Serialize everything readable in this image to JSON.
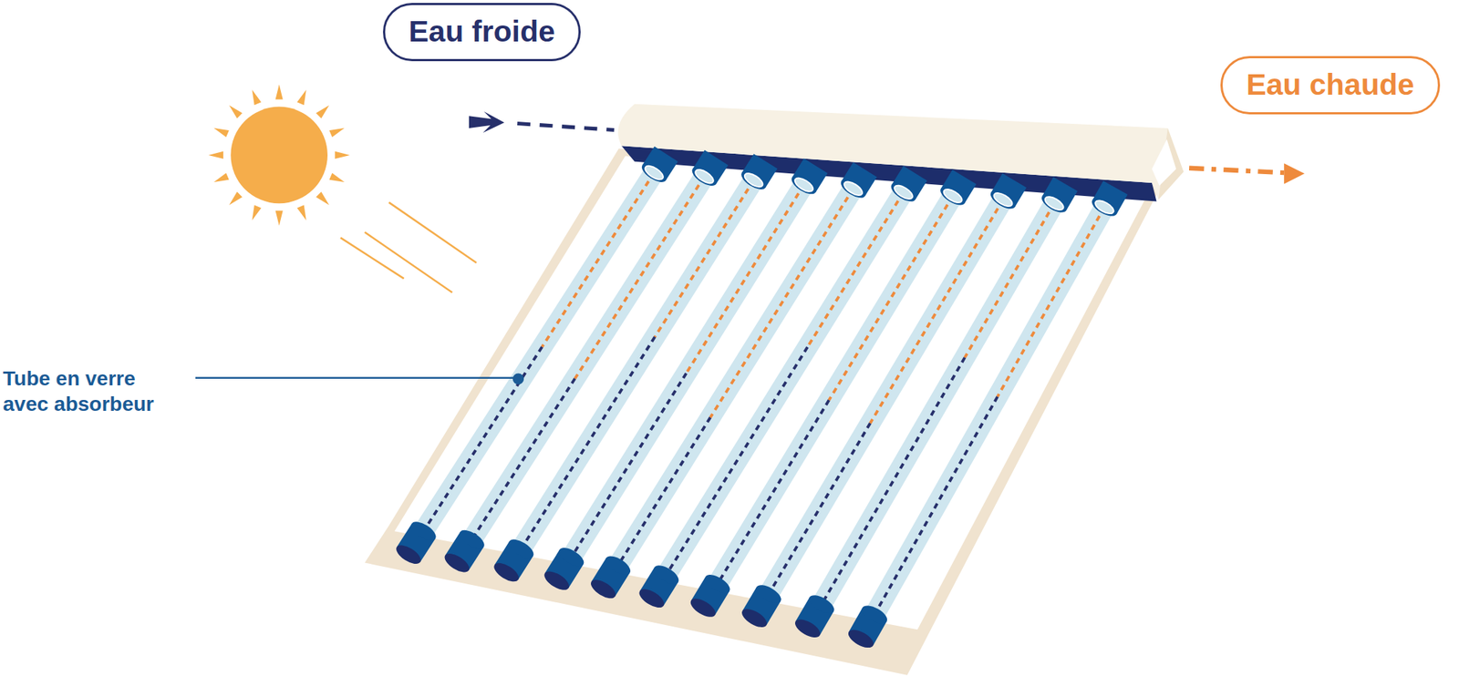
{
  "diagram": {
    "nodes": [
      {
        "text": [
          "Eau froide"
        ]
      },
      {
        "text": [
          "Eau chaude"
        ]
      }
    ],
    "labels": [
      "Tube en verre avec absorbeur"
    ]
  }
}
